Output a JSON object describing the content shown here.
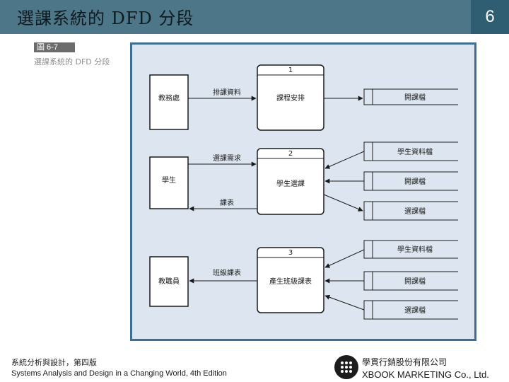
{
  "header": {
    "title": "選課系統的 DFD 分段",
    "page_number": "6"
  },
  "figure": {
    "label": "圖 6-7",
    "caption": "選課系統的 DFD 分段",
    "processes": [
      {
        "id": "1",
        "name": "課程安排"
      },
      {
        "id": "2",
        "name": "學生選課"
      },
      {
        "id": "3",
        "name": "產生班級課表"
      }
    ],
    "entities": [
      "教務處",
      "學生",
      "教職員"
    ],
    "data_stores": [
      "開課檔",
      "學生資料檔",
      "開課檔",
      "選課檔",
      "學生資料檔",
      "開課檔",
      "選課檔"
    ],
    "flows": [
      "排課資料",
      "選課需求",
      "課表",
      "班級課表"
    ]
  },
  "footer": {
    "book_title_cn": "系統分析與設計，第四版",
    "book_title_en": "Systems Analysis and Design in a Changing World, 4th Edition",
    "company_cn": "學貫行銷股份有限公司",
    "company_en": "XBOOK MARKETING Co., Ltd."
  },
  "colors": {
    "header_bar": "#4d7789",
    "page_box": "#2f5e72",
    "figure_background": "#dde6f0",
    "figure_border": "#3c6f91"
  }
}
